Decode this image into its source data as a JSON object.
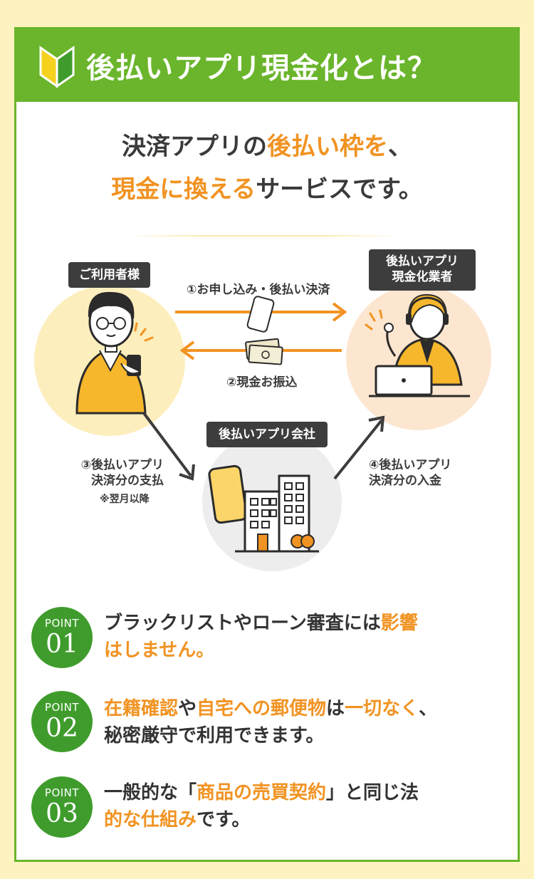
{
  "header": {
    "title": "後払いアプリ現金化とは？",
    "icon": "beginner-leaf-icon"
  },
  "lead": {
    "line1": [
      {
        "text": "決済アプリの",
        "hl": false
      },
      {
        "text": "後払い枠を",
        "hl": true
      },
      {
        "text": "、",
        "hl": false
      }
    ],
    "line2": [
      {
        "text": "現金に換える",
        "hl": true
      },
      {
        "text": "サービスです。",
        "hl": false
      }
    ]
  },
  "diagram": {
    "user_label": "ご利用者様",
    "vendor_label_1": "後払いアプリ",
    "vendor_label_2": "現金化業者",
    "company_label": "後払いアプリ会社",
    "flow1": "①お申し込み・後払い決済",
    "flow2": "②現金お振込",
    "flow3_line1": "③後払いアプリ",
    "flow3_line2": "決済分の支払",
    "flow3_note": "※翌月以降",
    "flow4_line1": "④後払いアプリ",
    "flow4_line2": "決済分の入金"
  },
  "points": [
    {
      "label": "POINT",
      "number": "01",
      "lines": [
        [
          {
            "text": "ブラックリストやローン審査には",
            "hl": false
          },
          {
            "text": "影響",
            "hl": true
          }
        ],
        [
          {
            "text": "はしません。",
            "hl": true
          }
        ]
      ]
    },
    {
      "label": "POINT",
      "number": "02",
      "lines": [
        [
          {
            "text": "在籍確認",
            "hl": true
          },
          {
            "text": "や",
            "hl": false
          },
          {
            "text": "自宅への郵便物",
            "hl": true
          },
          {
            "text": "は",
            "hl": false
          },
          {
            "text": "一切なく",
            "hl": true
          },
          {
            "text": "、",
            "hl": false
          }
        ],
        [
          {
            "text": "秘密厳守で利用できます。",
            "hl": false
          }
        ]
      ]
    },
    {
      "label": "POINT",
      "number": "03",
      "lines": [
        [
          {
            "text": "一般的な「",
            "hl": false
          },
          {
            "text": "商品の売買契約",
            "hl": true
          },
          {
            "text": "」と同じ法",
            "hl": false
          }
        ],
        [
          {
            "text": "的な仕組み",
            "hl": true
          },
          {
            "text": "です。",
            "hl": false
          }
        ]
      ]
    }
  ],
  "colors": {
    "background": "#fdf3c0",
    "accent_green": "#6ab52b",
    "badge_green": "#3f9c2c",
    "highlight_orange": "#f19322"
  }
}
